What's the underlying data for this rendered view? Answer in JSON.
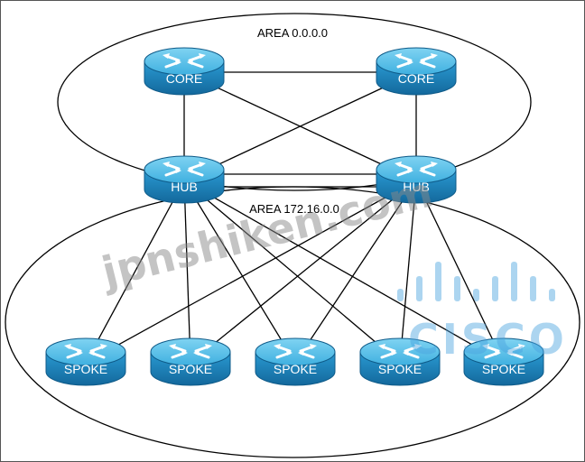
{
  "areas": [
    {
      "id": "backbone",
      "label": "AREA 0.0.0.0"
    },
    {
      "id": "area1",
      "label": "AREA 172.16.0.0"
    }
  ],
  "nodes": [
    {
      "id": "core1",
      "label": "CORE"
    },
    {
      "id": "core2",
      "label": "CORE"
    },
    {
      "id": "hub1",
      "label": "HUB"
    },
    {
      "id": "hub2",
      "label": "HUB"
    },
    {
      "id": "spoke1",
      "label": "SPOKE"
    },
    {
      "id": "spoke2",
      "label": "SPOKE"
    },
    {
      "id": "spoke3",
      "label": "SPOKE"
    },
    {
      "id": "spoke4",
      "label": "SPOKE"
    },
    {
      "id": "spoke5",
      "label": "SPOKE"
    }
  ],
  "links": [
    [
      "core1",
      "core2"
    ],
    [
      "core1",
      "hub1"
    ],
    [
      "core1",
      "hub2"
    ],
    [
      "core2",
      "hub1"
    ],
    [
      "core2",
      "hub2"
    ],
    [
      "hub1",
      "hub2"
    ],
    [
      "hub1",
      "spoke1"
    ],
    [
      "hub1",
      "spoke2"
    ],
    [
      "hub1",
      "spoke3"
    ],
    [
      "hub1",
      "spoke4"
    ],
    [
      "hub1",
      "spoke5"
    ],
    [
      "hub2",
      "spoke1"
    ],
    [
      "hub2",
      "spoke2"
    ],
    [
      "hub2",
      "spoke3"
    ],
    [
      "hub2",
      "spoke4"
    ],
    [
      "hub2",
      "spoke5"
    ]
  ],
  "watermark": {
    "text": "jpnshiken.com",
    "logo": "CISCO",
    "logo_color": "#4aa3df"
  },
  "colors": {
    "router_top": "#5ec3ea",
    "router_body": "#1c86c0",
    "link": "#000000"
  }
}
